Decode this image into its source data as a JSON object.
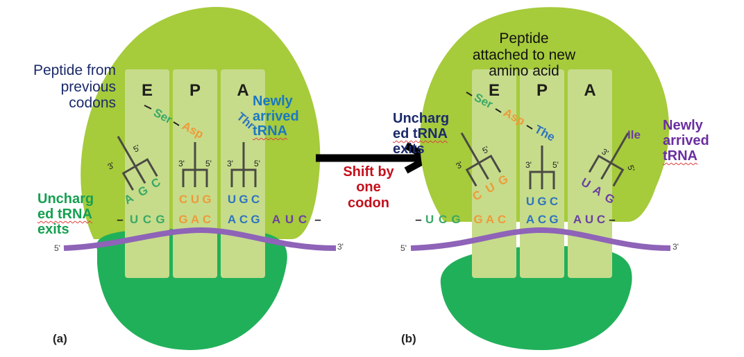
{
  "colors": {
    "large_subunit": "#a6cb3b",
    "small_subunit": "#21b05a",
    "site_box": "#c6dc8a",
    "mrna": "#8e63b8",
    "trna_line": "#4a4a44",
    "green_codon": "#3aa867",
    "orange_codon": "#ee9a3a",
    "blue_codon": "#2f73c0",
    "purple_codon": "#6b3fa0",
    "navy_text": "#1b2a6b",
    "teal_text": "#1a78c2",
    "green_text": "#15a050",
    "red_text": "#c3101c",
    "purple_text": "#6a2ea0"
  },
  "panel_a": {
    "label": "(a)",
    "sites": [
      "E",
      "P",
      "A"
    ],
    "peptide": [
      "Ser",
      "Asp",
      "Thr"
    ],
    "mrna_codons": [
      {
        "bases": [
          "U",
          "C",
          "G"
        ],
        "color": "green"
      },
      {
        "bases": [
          "G",
          "A",
          "C"
        ],
        "color": "orange"
      },
      {
        "bases": [
          "A",
          "C",
          "G"
        ],
        "color": "blue"
      },
      {
        "bases": [
          "A",
          "U",
          "C"
        ],
        "color": "purple"
      }
    ],
    "anticodons": [
      {
        "bases": [
          "A",
          "G",
          "C"
        ],
        "color": "green"
      },
      {
        "bases": [
          "C",
          "U",
          "G"
        ],
        "color": "orange"
      },
      {
        "bases": [
          "U",
          "G",
          "C"
        ],
        "color": "blue"
      }
    ],
    "prime_labels": {
      "three": "3'",
      "five": "5'"
    },
    "mrna_ends": {
      "five": "5'",
      "three": "3'"
    },
    "annotations": {
      "peptide_from": [
        "Peptide from",
        "previous",
        "codons"
      ],
      "newly_arrived": [
        "Newly",
        "arrived",
        "tRNA"
      ],
      "uncharged_exits": [
        "Uncharg",
        "ed tRNA",
        "exits"
      ]
    }
  },
  "panel_b": {
    "label": "(b)",
    "sites": [
      "E",
      "P",
      "A"
    ],
    "peptide": [
      "Ser",
      "Asp",
      "The"
    ],
    "incoming_amino_acid": "Ile",
    "mrna_codons": [
      {
        "bases": [
          "U",
          "C",
          "G"
        ],
        "color": "green"
      },
      {
        "bases": [
          "G",
          "A",
          "C"
        ],
        "color": "orange"
      },
      {
        "bases": [
          "A",
          "C",
          "G"
        ],
        "color": "blue"
      },
      {
        "bases": [
          "A",
          "U",
          "C"
        ],
        "color": "purple"
      }
    ],
    "anticodons": [
      {
        "bases": [
          "C",
          "U",
          "G"
        ],
        "color": "orange"
      },
      {
        "bases": [
          "U",
          "G",
          "C"
        ],
        "color": "blue"
      },
      {
        "bases": [
          "U",
          "A",
          "G"
        ],
        "color": "purple"
      }
    ],
    "prime_labels": {
      "three": "3'",
      "five": "5'"
    },
    "mrna_ends": {
      "five": "5'",
      "three": "3'"
    },
    "annotations": {
      "peptide_attached": [
        "Peptide",
        "attached to new",
        "amino acid"
      ],
      "uncharged_exits": [
        "Uncharg",
        "ed tRNA",
        "exits"
      ],
      "newly_arrived": [
        "Newly",
        "arrived",
        "tRNA"
      ]
    }
  },
  "transition": {
    "arrow": "right-arrow",
    "label": [
      "Shift by",
      "one",
      "codon"
    ]
  }
}
